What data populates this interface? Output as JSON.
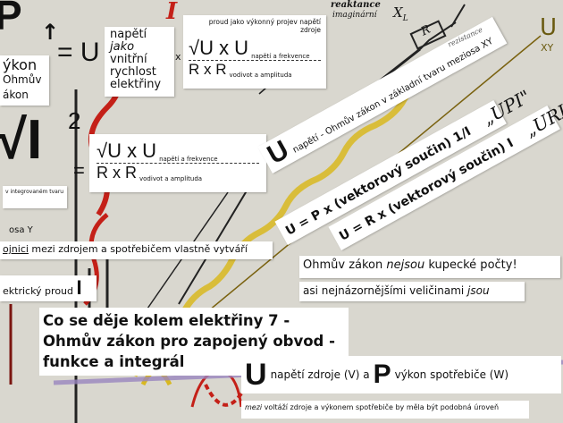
{
  "left": {
    "p": "P",
    "arrow": "↑",
    "vykon": "ýkon",
    "ohmuv": "Ohmův",
    "zakon": "ákon",
    "sqrt_i": "√I",
    "squared": "2",
    "integrated": "v integrovaném tvaru",
    "osa": "osa Y",
    "spojnici_u": "ojnici",
    "spojnici_rest": " mezi zdrojem a spotřebičem vlastně vytváří",
    "proud": "ektrický proud",
    "proud_i": "I"
  },
  "formula1": {
    "eq": "= U",
    "napeti": "napětí",
    "jako": "jako",
    "vnitrni": "vnitřní",
    "rychlost": "rychlost",
    "elektriny": "elektřiny",
    "x": "x",
    "caption": "proud jako výkonný projev napětí zdroje",
    "num": "√U x U",
    "num_note": "napětí a frekvence",
    "den": "R x R",
    "den_note": "vodivot a amplituda",
    "red_i": "I"
  },
  "formula2": {
    "eq": "=",
    "num": "√U x U",
    "num_note": "napětí a frekvence",
    "den": "R x R",
    "den_note": "vodivot a amplituda"
  },
  "diagonal": {
    "strip1_u": "U",
    "strip1": "napětí  - Ohmův zákon v základní tvaru meziosa XY",
    "strip2": "U = P x (vektorový součin) 1/I",
    "strip2_q": "„UPI\"",
    "strip3": "U = R x (vektorový součin) I",
    "strip3_q": "„URI\""
  },
  "handwriting": {
    "reaktance": "reaktance",
    "imaginarni": "imaginární",
    "xl": "X",
    "xl_sub": "L",
    "r": "R",
    "rezistance": "rezistance",
    "u": "U",
    "xy": "XY"
  },
  "notes": {
    "ohm": "Ohmův zákon ",
    "nejsou": "nejsou",
    "pocty": " kupecké počty!",
    "asi": "asi nejnázornějšími veličinami ",
    "jsou": "jsou"
  },
  "title": "Co se děje kolem elektřiny 7 - Ohmův zákon pro zapojený obvod - funkce a integrál",
  "bottom": {
    "u": "U",
    "napeti": "napětí zdroje (V)  a",
    "p": "P",
    "vykon": "výkon spotřebiče (W)",
    "mezi": "mezi",
    "rest": " voltáží zdroje a výkonem spotřebiče by měla být podobná úroveň"
  },
  "colors": {
    "yellow": "#d8b820",
    "red": "#c42018",
    "purple": "#9a86c0"
  }
}
